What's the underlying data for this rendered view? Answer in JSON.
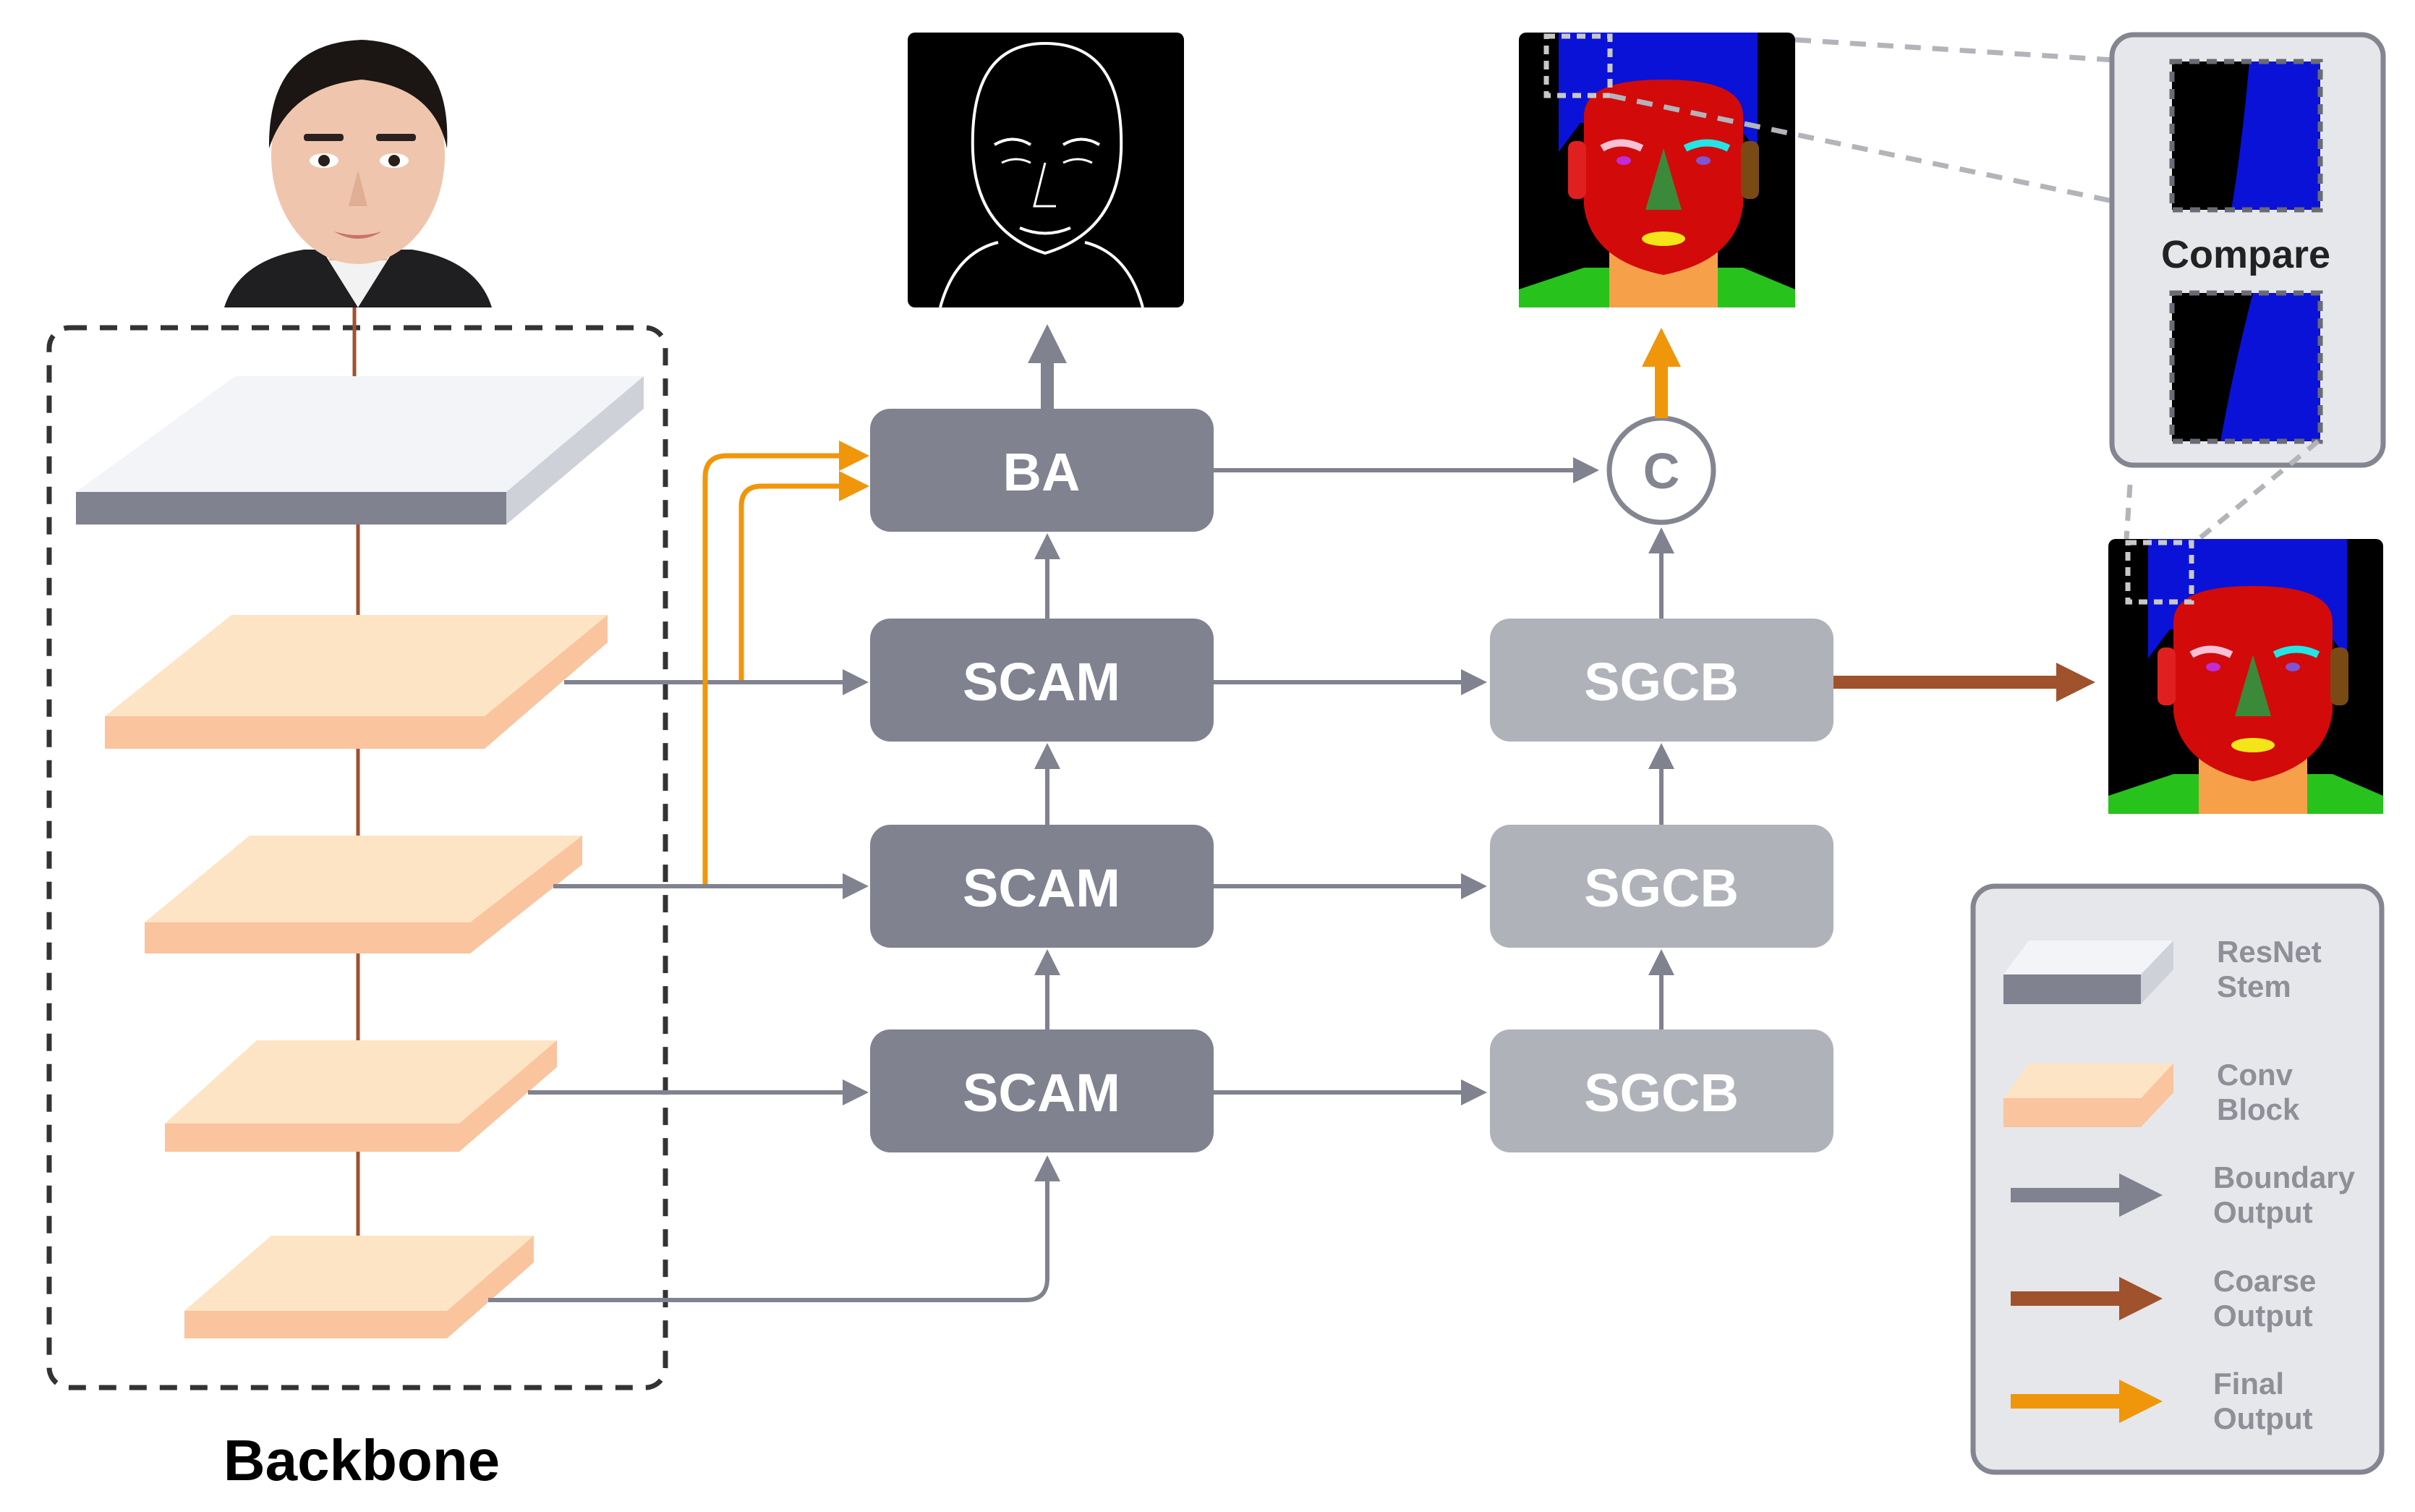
{
  "backbone": {
    "label": "Backbone"
  },
  "blocks": {
    "ba": "BA",
    "scam": [
      "SCAM",
      "SCAM",
      "SCAM"
    ],
    "sgcb": [
      "SGCB",
      "SGCB",
      "SGCB"
    ],
    "concat": "C"
  },
  "compare": {
    "label": "Compare"
  },
  "legend": {
    "items": [
      {
        "line1": "ResNet",
        "line2": "Stem"
      },
      {
        "line1": "Conv",
        "line2": "Block"
      },
      {
        "line1": "Boundary",
        "line2": "Output"
      },
      {
        "line1": "Coarse",
        "line2": "Output"
      },
      {
        "line1": "Final",
        "line2": "Output"
      }
    ]
  },
  "colors": {
    "ba_scam": "#80828f",
    "sgcb": "#b0b2ba",
    "boundary_arrow": "#80828f",
    "coarse_arrow": "#a0522d",
    "final_arrow": "#f0960a",
    "conv_top": "#fde4c4",
    "conv_side": "#f9c49e",
    "stem_top": "#f3f4f8",
    "stem_side": "#80828f"
  }
}
